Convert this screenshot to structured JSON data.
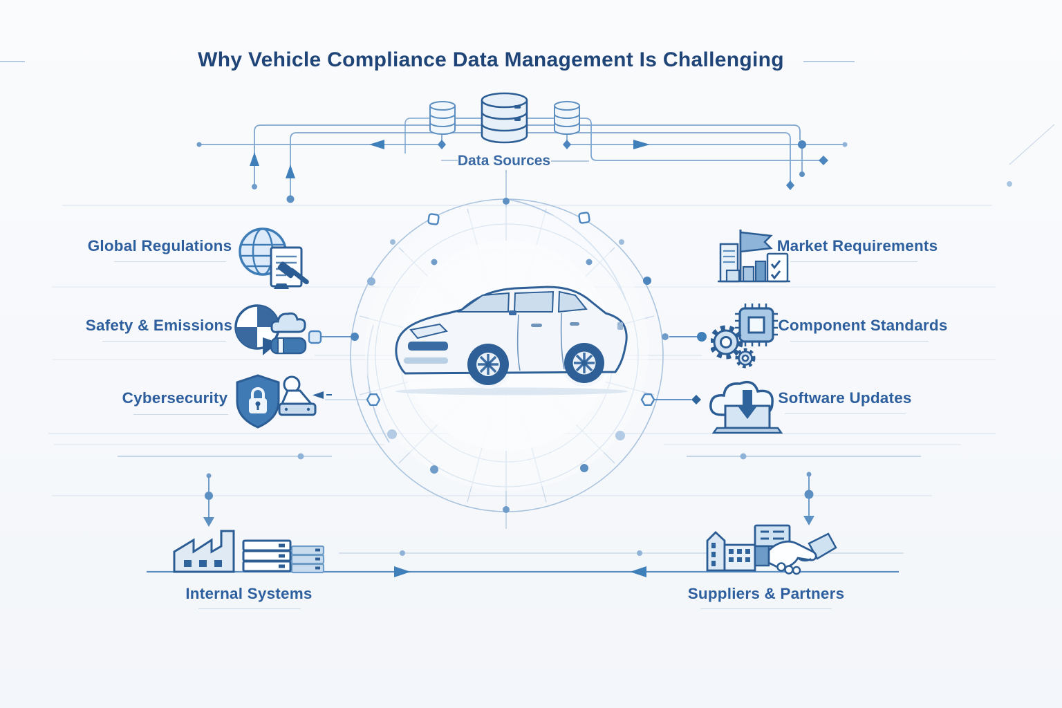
{
  "title": "Why Vehicle Compliance Data Management Is Challenging",
  "hub": {
    "label": "Data Sources",
    "icon": "database-cluster-icon"
  },
  "center": {
    "subject": "vehicle",
    "icon": "car-sedan-icon"
  },
  "left_items": [
    {
      "label": "Global Regulations",
      "icon": "globe-document-gavel-icon"
    },
    {
      "label": "Safety & Emissions",
      "icon": "test-disc-emissions-cloud-icon"
    },
    {
      "label": "Cybersecurity",
      "icon": "shield-lock-stamp-icon"
    }
  ],
  "right_items": [
    {
      "label": "Market Requirements",
      "icon": "flag-barchart-checklist-icon"
    },
    {
      "label": "Component Standards",
      "icon": "chip-gears-icon"
    },
    {
      "label": "Software Updates",
      "icon": "cloud-download-laptop-icon"
    }
  ],
  "bottom_items": [
    {
      "label": "Internal Systems",
      "icon": "factory-servers-icon"
    },
    {
      "label": "Suppliers & Partners",
      "icon": "buildings-handshake-icon"
    }
  ],
  "colors": {
    "title_text": "#1f4478",
    "label_text": "#2d5f9e",
    "icon_outline": "#2b5d94",
    "accent_mid": "#4d86bf",
    "accent_light": "#a9c6e2",
    "line_faint": "#dbe3ee",
    "background": "#f7f9fc"
  }
}
